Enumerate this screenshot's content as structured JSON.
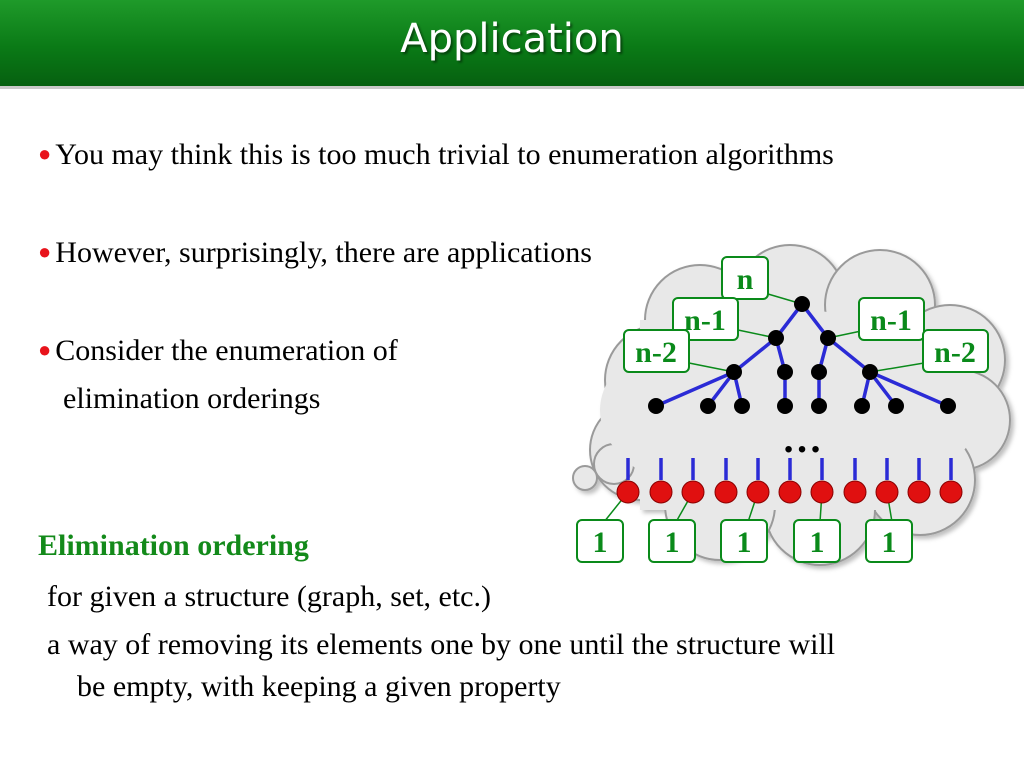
{
  "header": {
    "title": "Application"
  },
  "bullets": [
    {
      "text": "You may think this is too much trivial to enumeration algorithms"
    },
    {
      "text": "However, surprisingly, there are applications"
    },
    {
      "text": "Consider the enumeration of",
      "continuation": "elimination orderings"
    }
  ],
  "definition": {
    "heading": "Elimination ordering",
    "lines": [
      "for given a structure (graph, set, etc.)",
      "a way of removing its elements one by one until the structure will",
      "be empty, with keeping a given property"
    ]
  },
  "diagram": {
    "node_labels": {
      "root": "n",
      "level1_left": "n-1",
      "level1_right": "n-1",
      "level2_left": "n-2",
      "level2_right": "n-2"
    },
    "ellipsis": "…",
    "leaf_labels": [
      "1",
      "1",
      "1",
      "1",
      "1"
    ],
    "colors": {
      "edge": "#2b2bd6",
      "node": "#000000",
      "leaf": "#e01010",
      "label": "#0a8a1a",
      "cloud": "#e8e8e8"
    }
  }
}
